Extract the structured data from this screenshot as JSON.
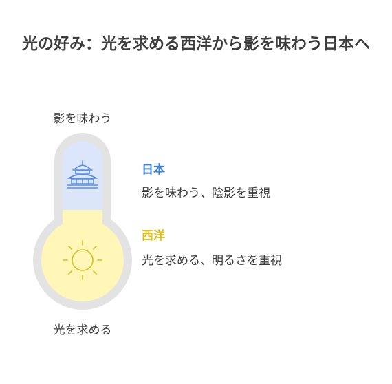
{
  "title": "光の好み：光を求める西洋から影を味わう日本へ",
  "scale": {
    "top_label": "影を味わう",
    "bottom_label": "光を求める"
  },
  "legend": {
    "japan": {
      "title": "日本",
      "description": "影を味わう、陰影を重視",
      "color": "#3f82d9",
      "icon": "pagoda-icon"
    },
    "west": {
      "title": "西洋",
      "description": "光を求める、明るさを重視",
      "color": "#dcbf12",
      "icon": "sun-icon"
    }
  }
}
